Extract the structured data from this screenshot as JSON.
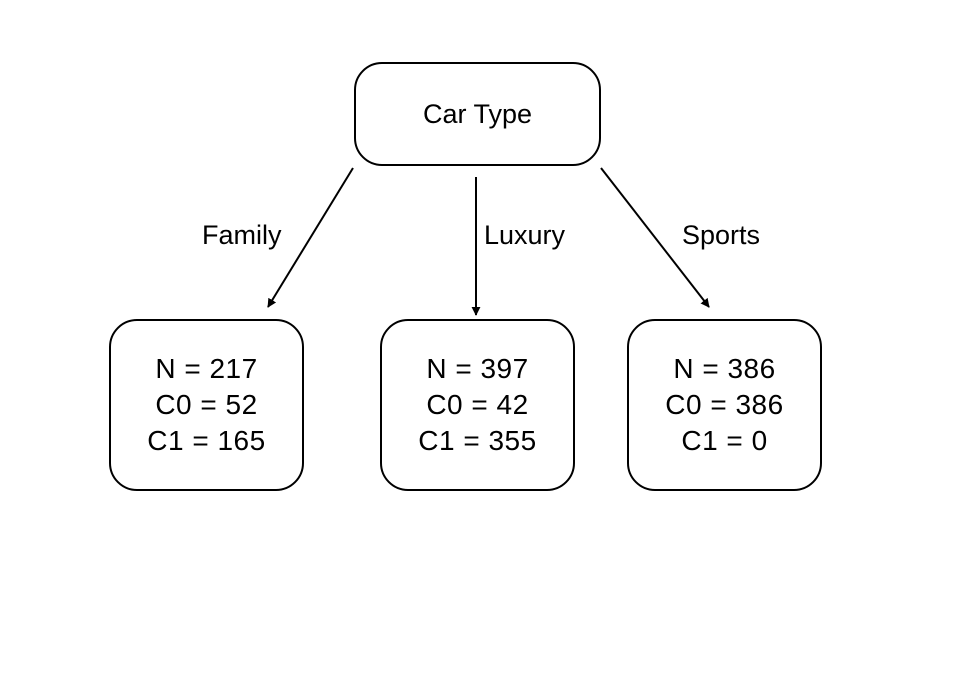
{
  "root": {
    "label": "Car Type"
  },
  "branches": [
    {
      "label": "Family",
      "stats": [
        "N = 217",
        "C0 = 52",
        "C1 = 165"
      ]
    },
    {
      "label": "Luxury",
      "stats": [
        "N = 397",
        "C0 = 42",
        "C1 = 355"
      ]
    },
    {
      "label": "Sports",
      "stats": [
        "N = 386",
        "C0 = 386",
        "C1 = 0"
      ]
    }
  ],
  "colors": {
    "stroke": "#000000",
    "background": "#ffffff"
  }
}
